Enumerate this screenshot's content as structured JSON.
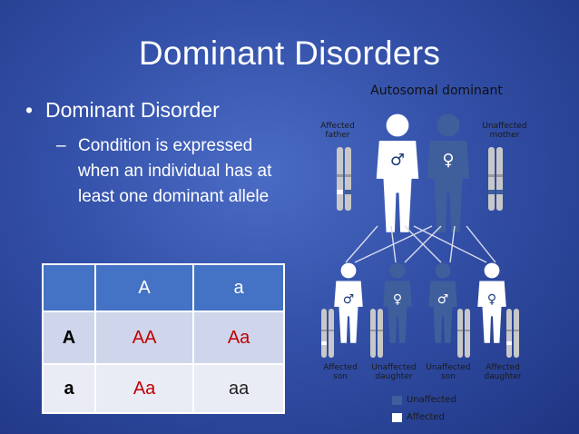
{
  "slide": {
    "title": "Dominant Disorders",
    "bullet": "Dominant Disorder",
    "sub_bullet": "Condition is expressed when an individual has at least one dominant allele"
  },
  "punnett": {
    "col_headers": [
      "",
      "A",
      "a"
    ],
    "rows": [
      {
        "header": "A",
        "cells": [
          "AA",
          "Aa"
        ]
      },
      {
        "header": "a",
        "cells": [
          "Aa",
          "aa"
        ]
      }
    ]
  },
  "figure": {
    "title": "Autosomal dominant",
    "parents": [
      {
        "label_line1": "Affected",
        "label_line2": "father",
        "symbol": "male-icon"
      },
      {
        "label_line1": "Unaffected",
        "label_line2": "mother",
        "symbol": "female-icon"
      }
    ],
    "children": [
      {
        "label_line1": "Affected",
        "label_line2": "son",
        "symbol": "male-icon"
      },
      {
        "label_line1": "Unaffected",
        "label_line2": "daughter",
        "symbol": "female-icon"
      },
      {
        "label_line1": "Unaffected",
        "label_line2": "son",
        "symbol": "male-icon"
      },
      {
        "label_line1": "Affected",
        "label_line2": "daughter",
        "symbol": "female-icon"
      }
    ],
    "legend": [
      {
        "label": "Unaffected",
        "color": "#3f5f9c"
      },
      {
        "label": "Affected",
        "color": "#ffffff"
      }
    ],
    "colors": {
      "affected": "#ffffff",
      "unaffected": "#3f5f9c",
      "chromosome": "#c8c8c8"
    }
  }
}
